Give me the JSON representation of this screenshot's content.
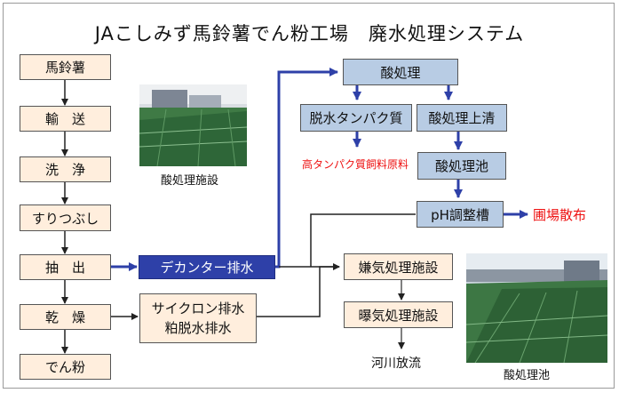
{
  "title": "JAこしみず馬鈴薯でん粉工場　廃水処理システム",
  "main_flow": [
    "馬鈴薯",
    "輸　送",
    "洗　浄",
    "すりつぶし",
    "抽　出",
    "乾　燥",
    "でん粉"
  ],
  "decanter_drain": "デカンター排水",
  "cyclone_drain": {
    "line1": "サイクロン排水",
    "line2": "粕脱水排水"
  },
  "acid_treatment": "酸処理",
  "dewatered_protein": "脱水タンパク質",
  "acid_supernatant": "酸処理上清",
  "protein_feed": "高タンパク質飼料原料",
  "acid_pond": "酸処理池",
  "ph_tank": "pH調整槽",
  "field_spread": "圃場散布",
  "anaerobic": "嫌気処理施設",
  "aerobic": "曝気処理施設",
  "river_discharge": "河川放流",
  "photo_captions": {
    "facility": "酸処理施設",
    "pond": "酸処理池"
  },
  "colors": {
    "dark_box": "#2e40a8",
    "blue_box": "#b8cce4",
    "process_box": "#ffeedd",
    "highlight_text": "#ee1111",
    "arrow_blue": "#2e40a8",
    "arrow_dark": "#222222"
  }
}
